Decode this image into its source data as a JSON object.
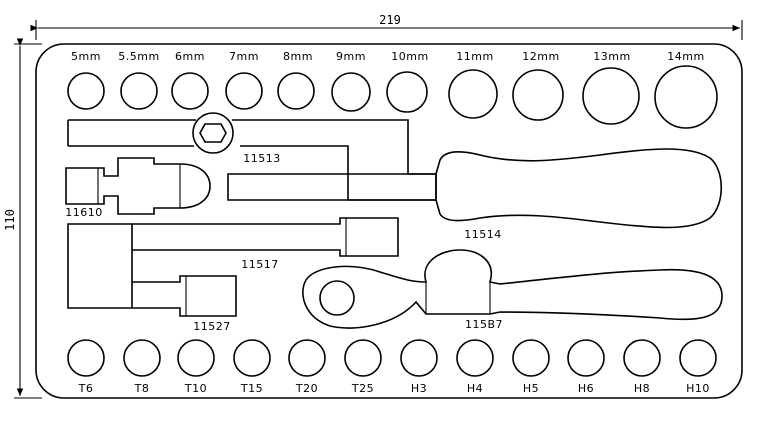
{
  "dimensions": {
    "width": "219",
    "height": "110"
  },
  "top_sockets": [
    "5mm",
    "5.5mm",
    "6mm",
    "7mm",
    "8mm",
    "9mm",
    "10mm",
    "11mm",
    "12mm",
    "13mm",
    "14mm"
  ],
  "bottom_bits": [
    "T6",
    "T8",
    "T10",
    "T15",
    "T20",
    "T25",
    "H3",
    "H4",
    "H5",
    "H6",
    "H8",
    "H10"
  ],
  "part_labels": {
    "extension_bar": "11513",
    "adapter": "11610",
    "screwdriver_handle": "11514",
    "bit_extension": "11517",
    "bit_adapter": "11527",
    "ratchet": "115B7"
  }
}
